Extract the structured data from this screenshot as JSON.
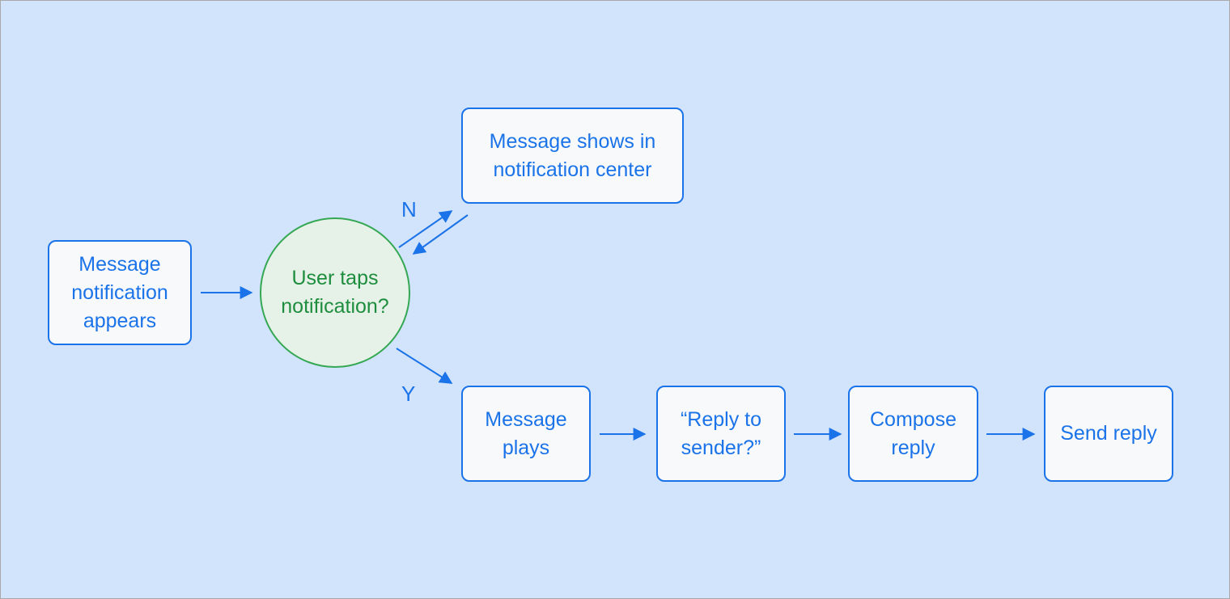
{
  "diagram": {
    "type": "flowchart",
    "colors": {
      "background": "#d2e3fc",
      "node_border_blue": "#1a73e8",
      "node_text_blue": "#1a73e8",
      "node_fill": "#f8f9fb",
      "decision_fill": "#e6f1e7",
      "decision_border_green": "#34a853",
      "decision_text_green": "#1e8e3e",
      "arrow_blue": "#1a73e8"
    },
    "nodes": {
      "start": {
        "label": "Message notification appears"
      },
      "decision": {
        "label": "User taps notification?"
      },
      "notification_center": {
        "label": "Message shows in notification center"
      },
      "message_plays": {
        "label": "Message plays"
      },
      "reply_to_sender": {
        "label": "“Reply to sender?”"
      },
      "compose_reply": {
        "label": "Compose reply"
      },
      "send_reply": {
        "label": "Send reply"
      }
    },
    "edge_labels": {
      "no": "N",
      "yes": "Y"
    }
  }
}
